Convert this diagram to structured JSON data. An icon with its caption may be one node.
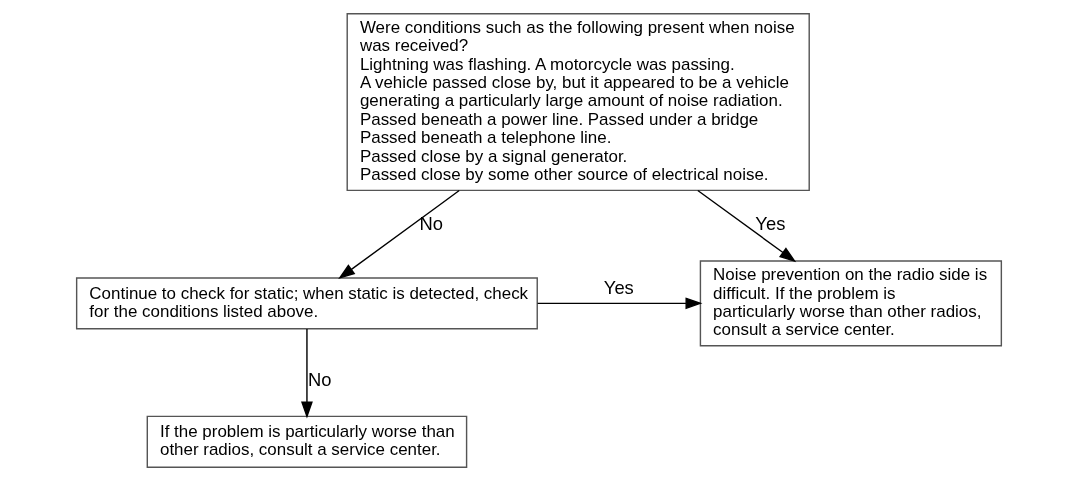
{
  "diagram": {
    "nodes": [
      {
        "text": [
          "Were conditions such as the following present when noise was received?",
          "Lightning was flashing. A motorcycle was passing.",
          "A vehicle passed close by, but it appeared to be a vehicle generating a particularly large amount of noise radiation.",
          "Passed beneath a power line. Passed under a bridge",
          "Passed beneath a telephone line.",
          "Passed close by a signal generator.",
          "Passed close by some other source of electrical noise."
        ]
      },
      {
        "text": [
          "Continue to check for static; when static is detected, check for the conditions listed above."
        ]
      },
      {
        "text": [
          "Noise prevention on the radio side is difficult. If the problem is particularly worse than other radios, consult a service center."
        ]
      },
      {
        "text": [
          "If the problem is particularly worse than other radios, consult a service center."
        ]
      }
    ],
    "edges": [
      {
        "from": 0,
        "to": 2,
        "arrow": "to",
        "label": "Yes"
      },
      {
        "from": 0,
        "to": 1,
        "arrow": "to",
        "label": "No"
      },
      {
        "from": 1,
        "to": 2,
        "arrow": "to",
        "label": "Yes"
      },
      {
        "from": 1,
        "to": 3,
        "arrow": "to",
        "label": "No"
      }
    ]
  }
}
